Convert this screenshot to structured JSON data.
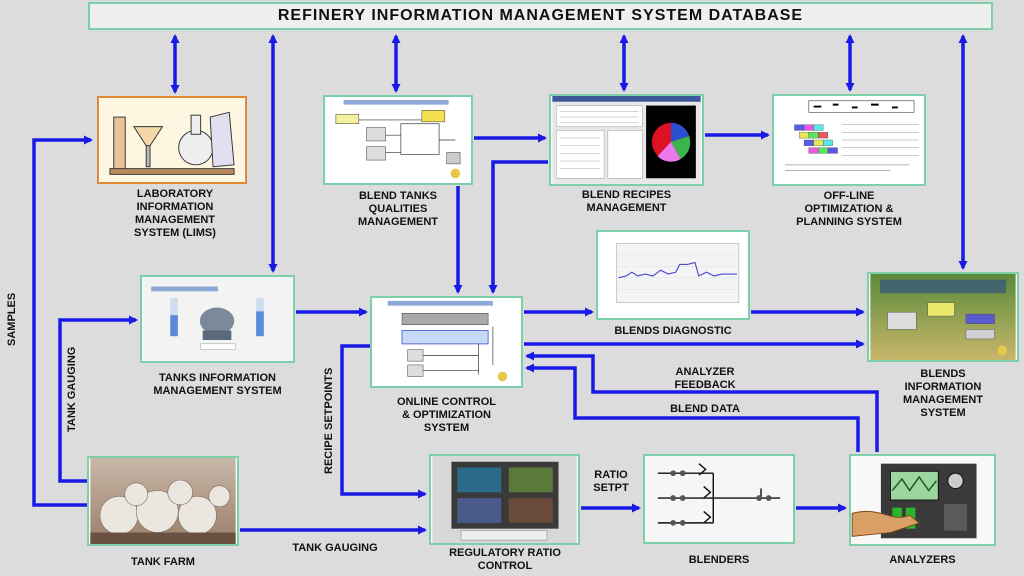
{
  "title": "REFINERY INFORMATION MANAGEMENT SYSTEM DATABASE",
  "nodes": {
    "lims": "LABORATORY\nINFORMATION\nMANAGEMENT\nSYSTEM (LIMS)",
    "blend_tanks": "BLEND TANKS\nQUALITIES\nMANAGEMENT",
    "blend_recipes": "BLEND RECIPES\nMANAGEMENT",
    "offline_opt": "OFF-LINE\nOPTIMIZATION &\nPLANNING SYSTEM",
    "tanks_info": "TANKS INFORMATION\nMANAGEMENT SYSTEM",
    "online_control": "ONLINE CONTROL\n& OPTIMIZATION\nSYSTEM",
    "blends_diag": "BLENDS DIAGNOSTIC",
    "blends_info": "BLENDS\nINFORMATION\nMANAGEMENT\nSYSTEM",
    "tank_farm": "TANK FARM",
    "reg_ratio": "REGULATORY RATIO\nCONTROL",
    "blenders": "BLENDERS",
    "analyzers": "ANALYZERS"
  },
  "flows": {
    "samples": "SAMPLES",
    "tank_gauging_v": "TANK GAUGING",
    "tank_gauging_h": "TANK GAUGING",
    "recipe_setpoints": "RECIPE SETPOINTS",
    "ratio_setpt": "RATIO\nSETPT",
    "analyzer_feedback": "ANALYZER\nFEEDBACK",
    "blend_data": "BLEND DATA"
  },
  "colors": {
    "arrow": "#1a1ae6",
    "box_border": "#7ccfa8",
    "lims_border": "#e28a3c",
    "background": "#dcdcdc"
  }
}
